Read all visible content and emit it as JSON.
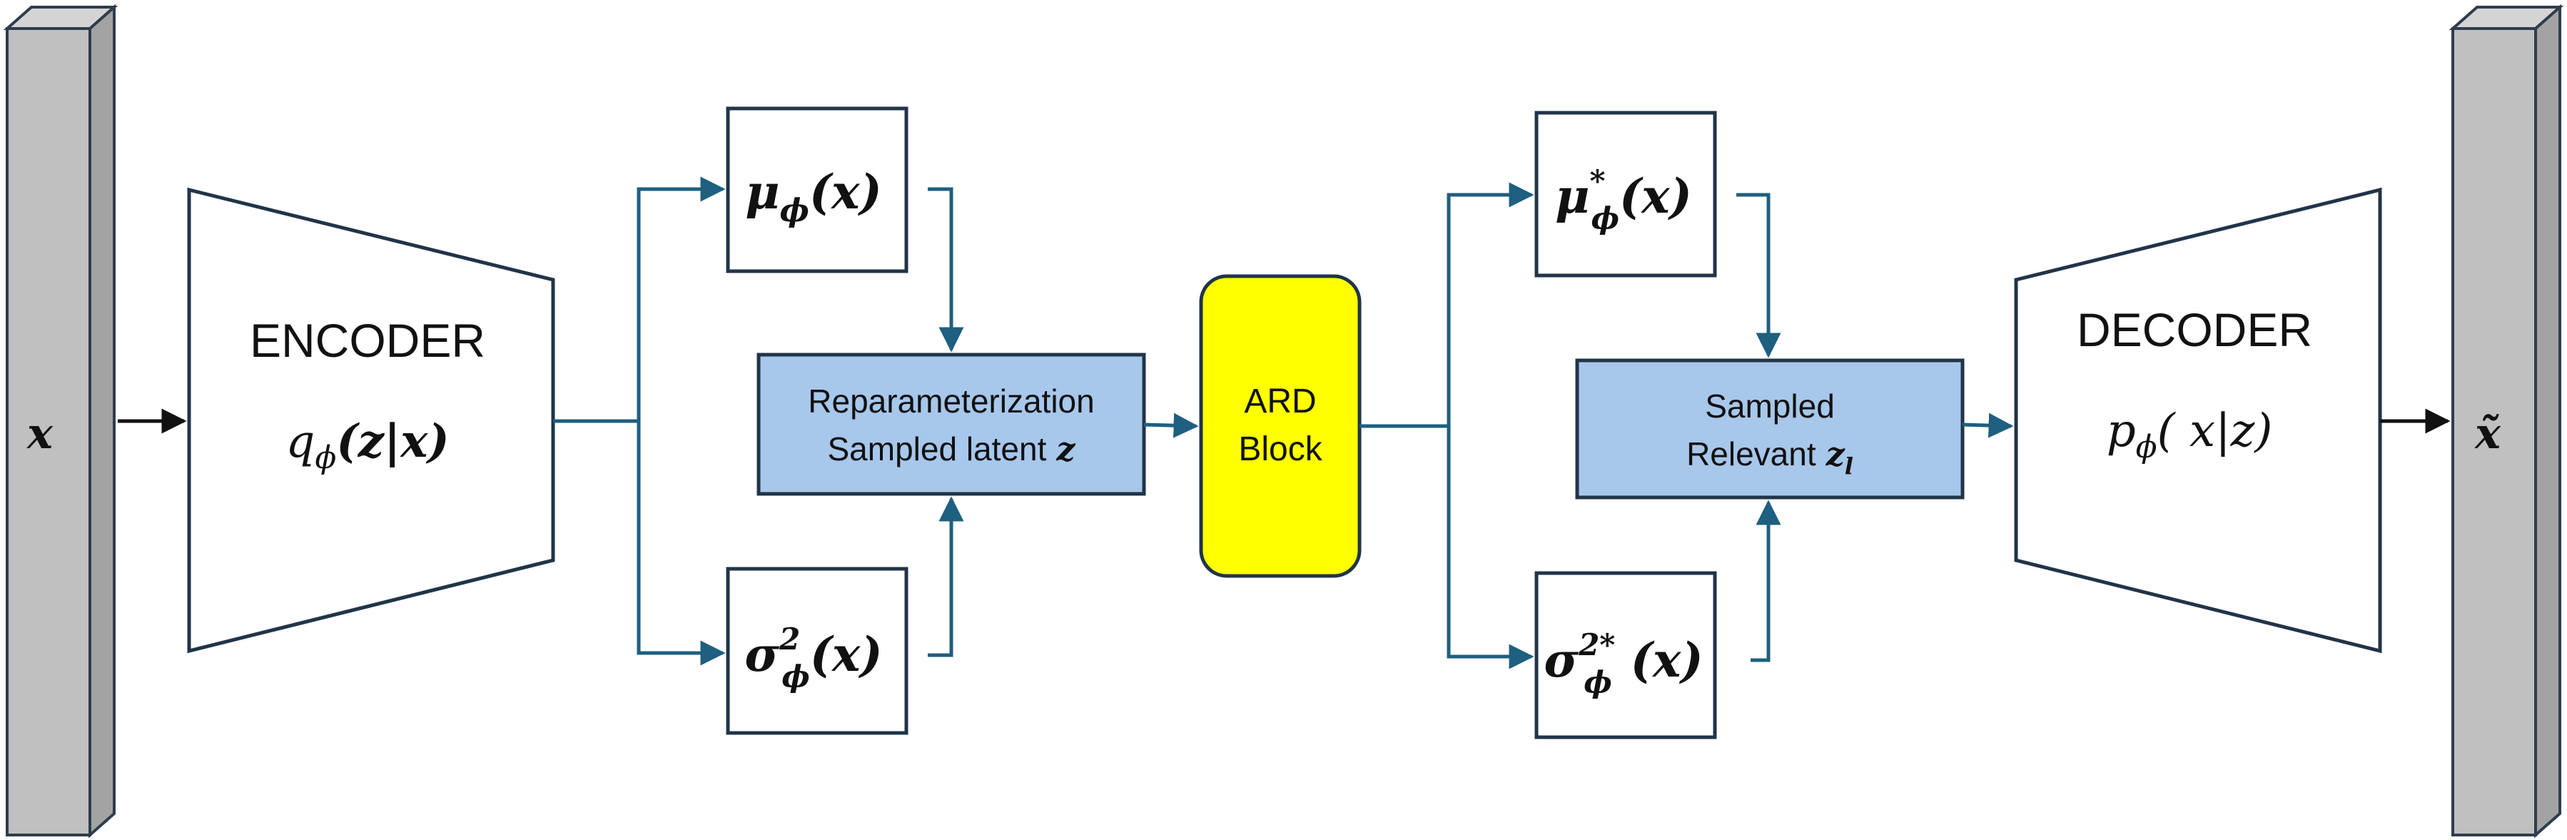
{
  "input_bar": {
    "label": "x"
  },
  "output_bar": {
    "label": "x̃"
  },
  "encoder": {
    "title": "ENCODER",
    "formula": {
      "q": "q",
      "sub": "ϕ",
      "arg": "(z|x)"
    }
  },
  "decoder": {
    "title": "DECODER",
    "formula": {
      "p": "p",
      "sub": "ϕ",
      "arg": "( x|z)"
    }
  },
  "mu_box": {
    "main": "μ",
    "sub": "ϕ",
    "arg": "(x)"
  },
  "sigma_box": {
    "main": "σ",
    "sup": "2",
    "sub": "ϕ",
    "arg": "(x)"
  },
  "mu_star_box": {
    "main": "μ",
    "sup": "*",
    "sub": "ϕ",
    "arg": "(x)"
  },
  "sigma_star_box": {
    "main": "σ",
    "sup": "2*",
    "sub": "ϕ",
    "arg": "(x)"
  },
  "reparam_box": {
    "line1": "Reparameterization",
    "line2": "Sampled latent",
    "var": "z"
  },
  "ard_block": {
    "line1": "ARD",
    "line2": "Block"
  },
  "sampled_box": {
    "line1": "Sampled",
    "line2": "Relevant",
    "var": "z",
    "sub": "l"
  },
  "colors": {
    "bar_front": "#c0c0c0",
    "bar_side": "#a3a3a3",
    "bar_stroke": "#2e3d4d",
    "box_blue": "#a7c7eb",
    "ard_yellow": "#ffff00",
    "arrow": "#1f5f7f",
    "stroke": "#213448"
  }
}
